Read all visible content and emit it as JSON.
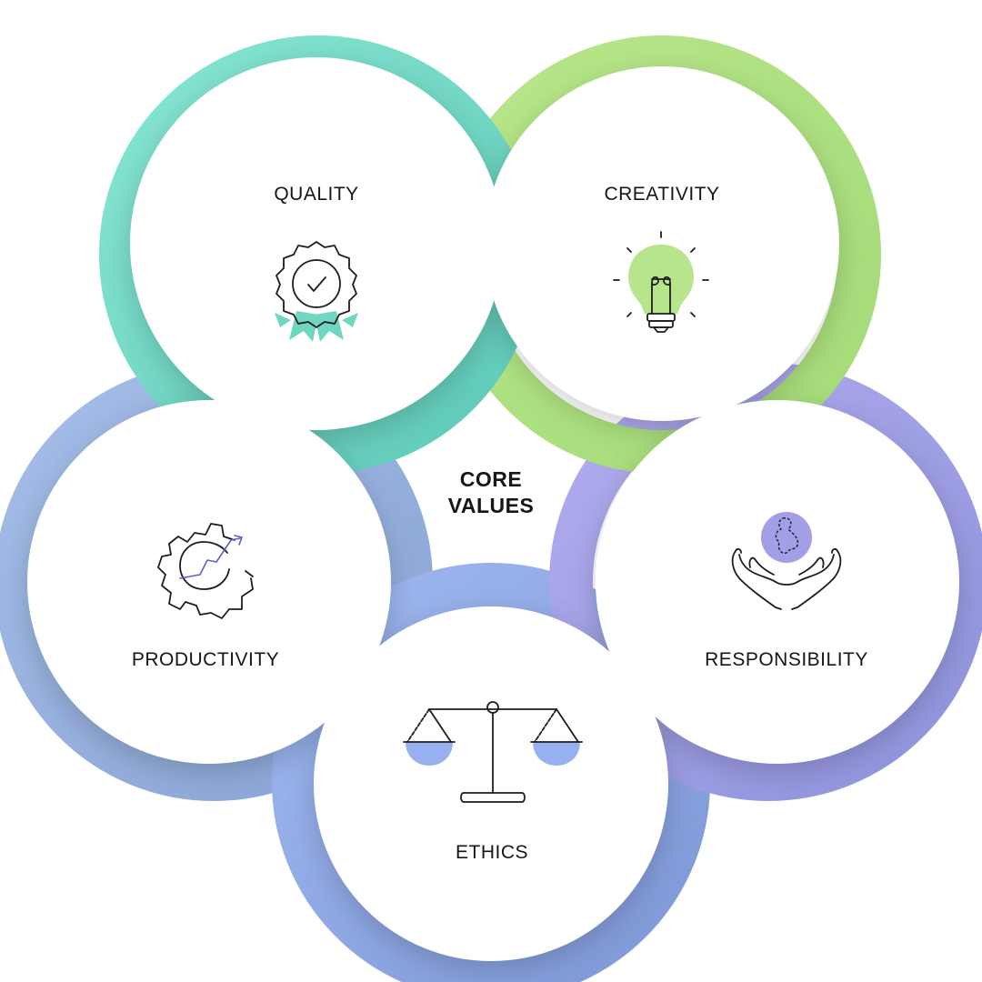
{
  "center": {
    "line1": "CORE",
    "line2": "VALUES"
  },
  "values": [
    {
      "label": "QUALITY",
      "icon": "award-badge-icon",
      "color": "#7ce0cc"
    },
    {
      "label": "CREATIVITY",
      "icon": "lightbulb-icon",
      "color": "#b4e484"
    },
    {
      "label": "RESPONSIBILITY",
      "icon": "hands-globe-icon",
      "color": "#a3a0e6"
    },
    {
      "label": "ETHICS",
      "icon": "balance-scale-icon",
      "color": "#8fb0ec"
    },
    {
      "label": "PRODUCTIVITY",
      "icon": "gear-growth-icon",
      "color": "#9ab8e0"
    }
  ]
}
